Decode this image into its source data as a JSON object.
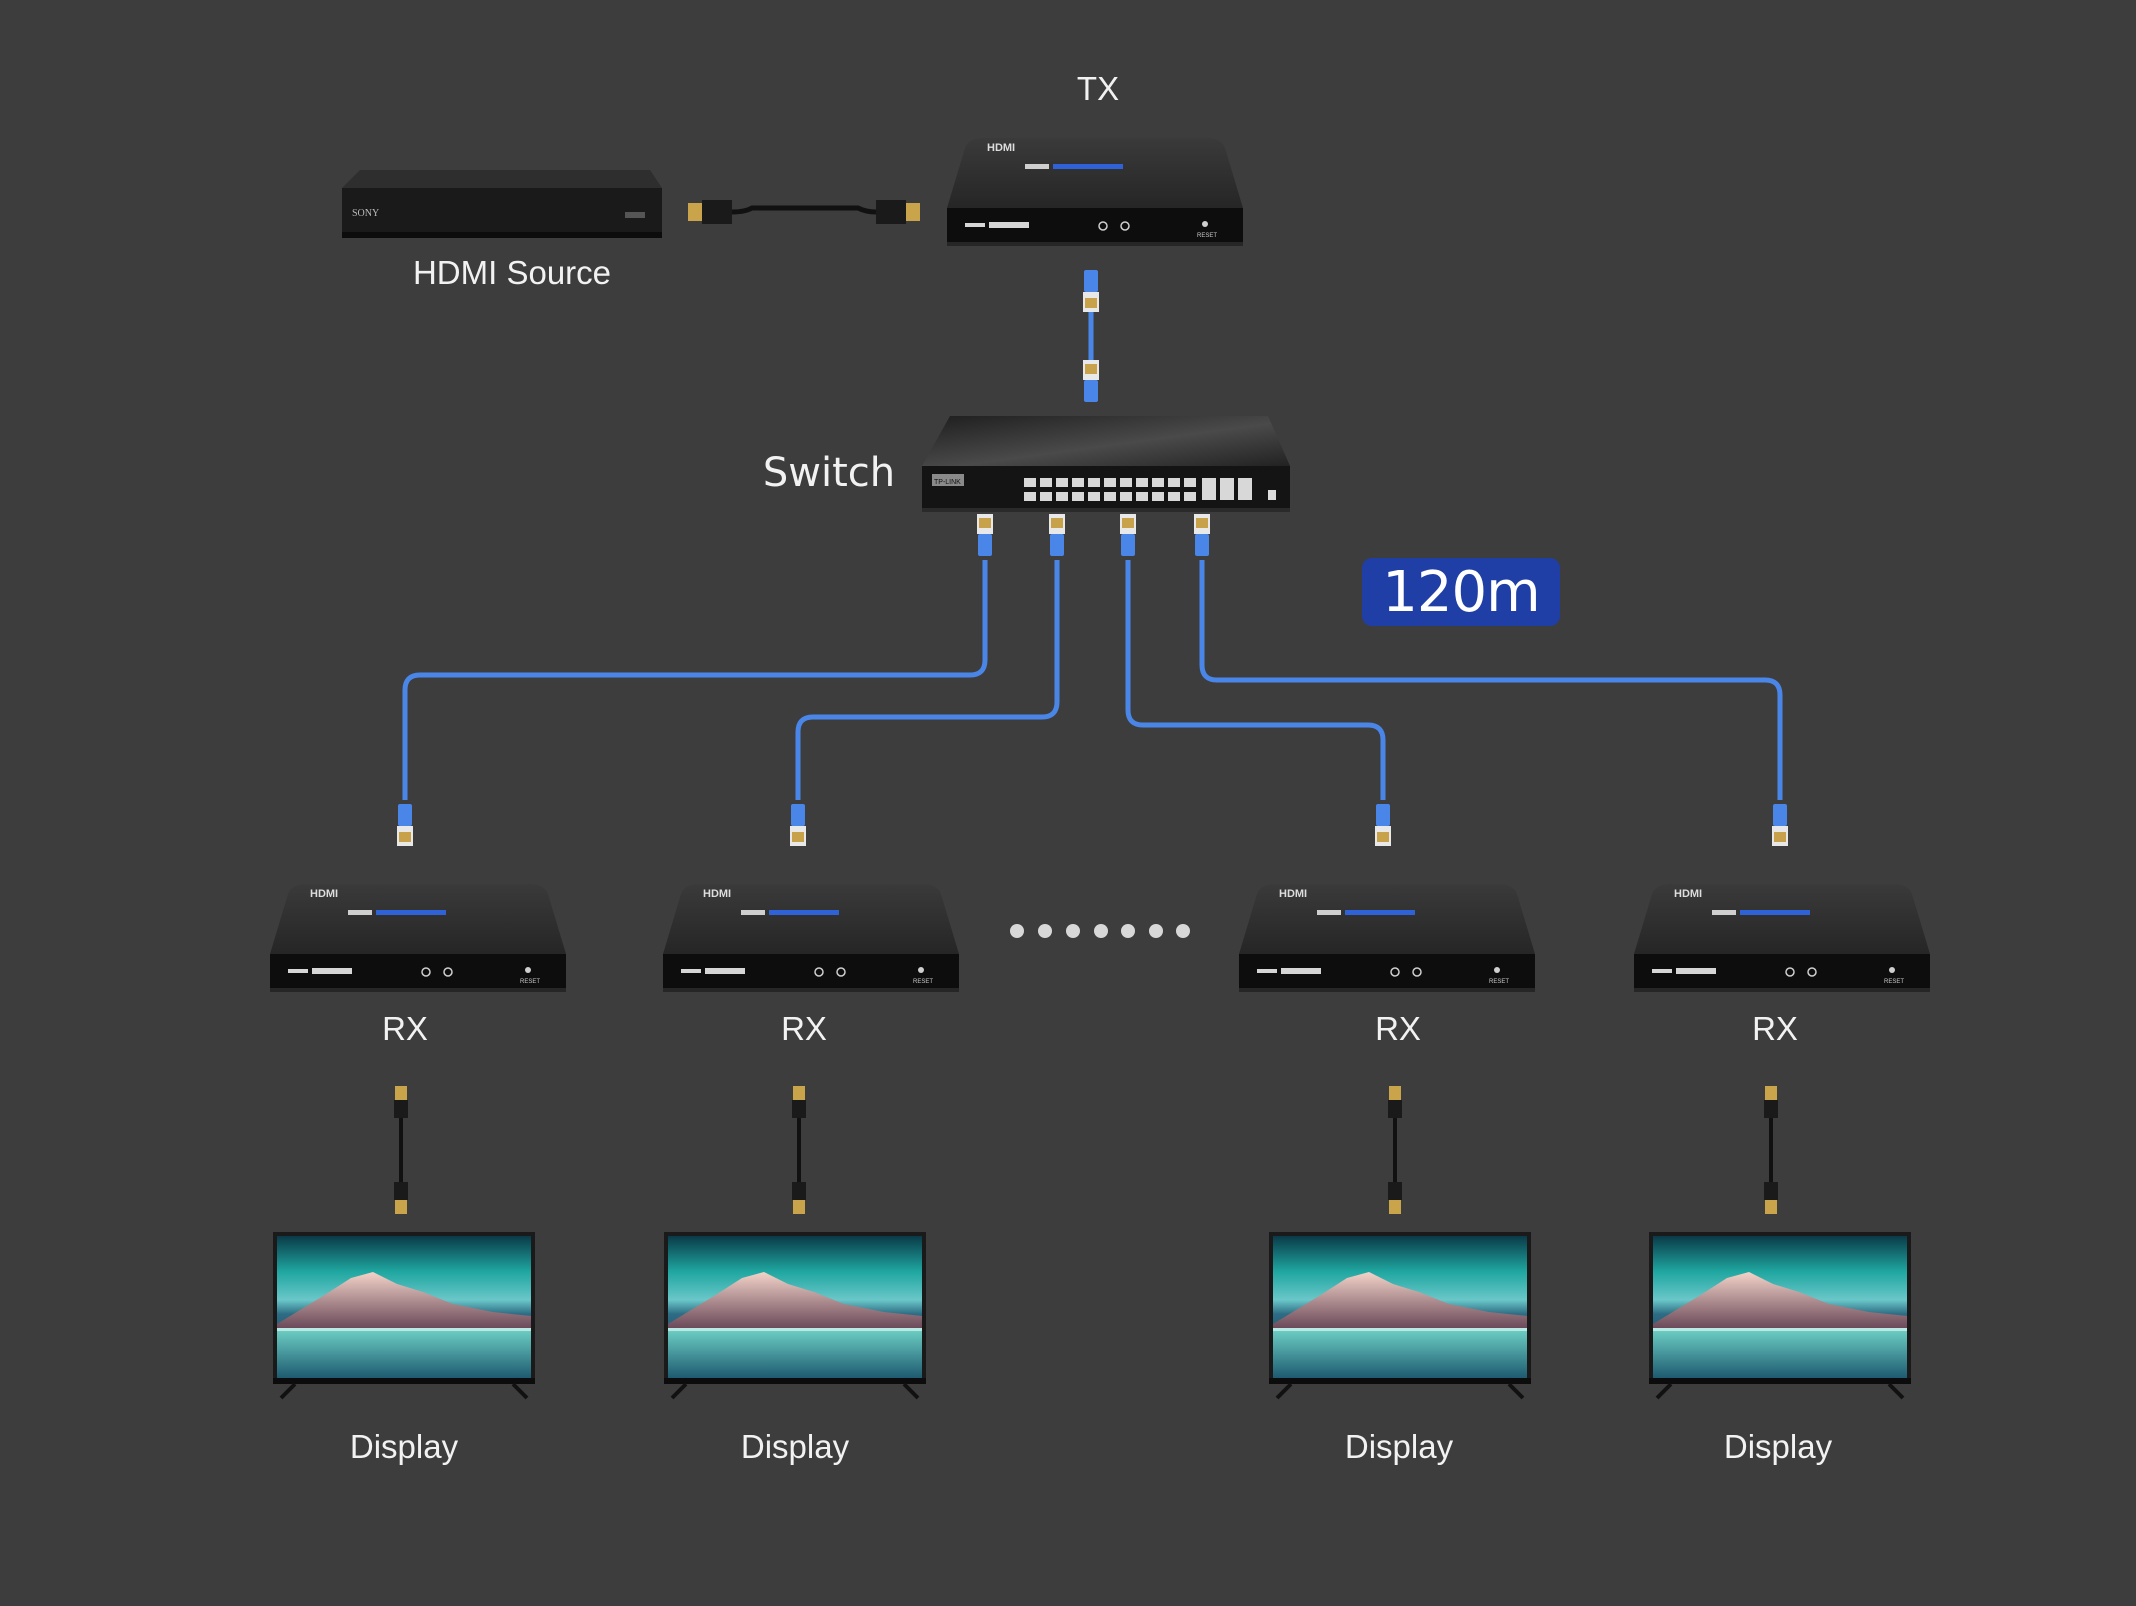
{
  "labels": {
    "tx": "TX",
    "hdmi_source": "HDMI Source",
    "switch": "Switch",
    "distance": "120m",
    "receivers": [
      "RX",
      "RX",
      "RX",
      "RX"
    ],
    "displays": [
      "Display",
      "Display",
      "Display",
      "Display"
    ]
  },
  "device_text": {
    "source_brand": "SONY",
    "switch_brand": "TP-LINK",
    "box_logo": "HDMI",
    "box_reset": "RESET"
  },
  "colors": {
    "background": "#3d3d3d",
    "network_cable": "#4a86e8",
    "badge": "#1f3fa6",
    "label": "#f2f2f2"
  },
  "icons": [
    "blu-ray-player-icon",
    "hdmi-cable-icon",
    "extender-box-icon",
    "network-switch-icon",
    "rj45-connector-icon",
    "tv-display-icon",
    "ellipsis-dots-icon"
  ]
}
